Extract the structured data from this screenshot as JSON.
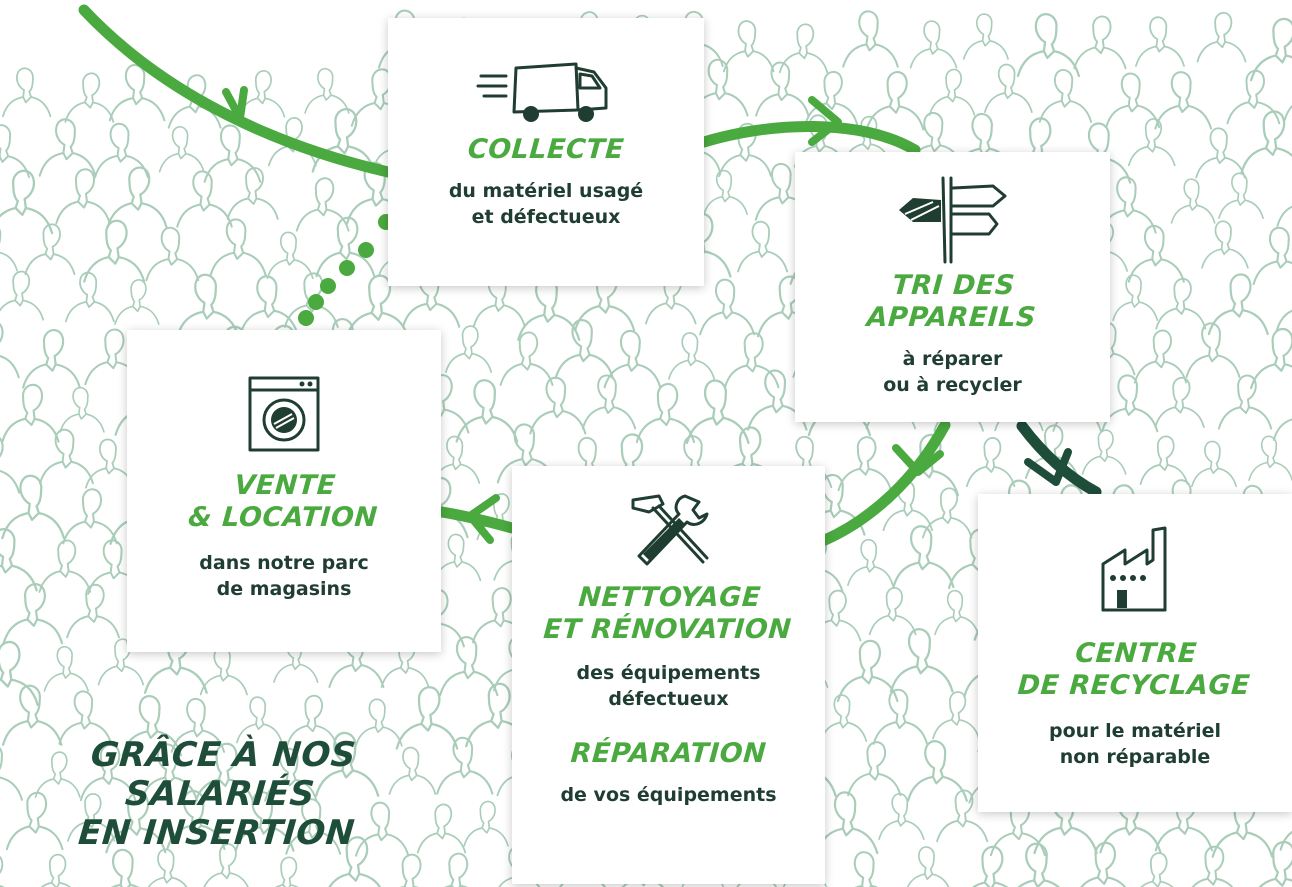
{
  "colors": {
    "accent_green": "#4aa93f",
    "dark_green": "#1e4d3a",
    "text_dark": "#1f3d31",
    "sketch_green": "#a9cdb9"
  },
  "steps": {
    "collecte": {
      "icon": "delivery-truck-icon",
      "title": "COLLECTE",
      "sub_lines": [
        "du matériel usagé",
        "et défectueux"
      ]
    },
    "tri": {
      "icon": "signpost-icon",
      "title_lines": [
        "TRI DES",
        "APPAREILS"
      ],
      "sub_lines": [
        "à réparer",
        "ou à recycler"
      ]
    },
    "vente": {
      "icon": "washing-machine-icon",
      "title_lines": [
        "VENTE",
        "& LOCATION"
      ],
      "sub_lines": [
        "dans notre parc",
        "de magasins"
      ]
    },
    "nettoyage": {
      "icon": "hammer-wrench-icon",
      "title_lines": [
        "NETTOYAGE",
        "ET RÉNOVATION"
      ],
      "sub_lines": [
        "des équipements",
        "défectueux"
      ],
      "title2": "RÉPARATION",
      "sub2": "de vos équipements"
    },
    "recyclage": {
      "icon": "factory-icon",
      "title_lines": [
        "CENTRE",
        "DE RECYCLAGE"
      ],
      "sub_lines": [
        "pour le matériel",
        "non  réparable"
      ]
    }
  },
  "footer": {
    "lines": [
      "GRÂCE À NOS",
      "SALARIÉS",
      "EN INSERTION"
    ]
  }
}
